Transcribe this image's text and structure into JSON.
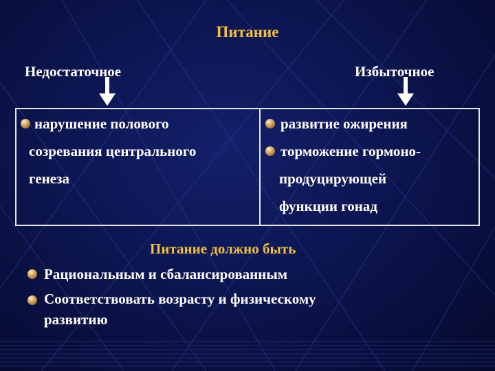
{
  "title": "Питание",
  "left": {
    "heading": "Недостаточное",
    "lines": [
      "нарушение полового",
      "созревания центрального",
      "генеза"
    ]
  },
  "right": {
    "heading": "Избыточное",
    "bullet1": "развитие ожирения",
    "bullet2_lines": [
      "торможение гормоно-",
      "продуцирующей",
      "функции гонад"
    ]
  },
  "summary": {
    "heading": "Питание должно быть",
    "bullet1": "Рациональным и сбалансированным",
    "bullet2_lines": [
      "Соответствовать возрасту и физическому",
      "развитию"
    ]
  },
  "colors": {
    "title": "#f0c040",
    "text": "#ffffff",
    "background": "#0c1550"
  },
  "icons": [
    "down-arrow-icon",
    "bullet-icon"
  ]
}
